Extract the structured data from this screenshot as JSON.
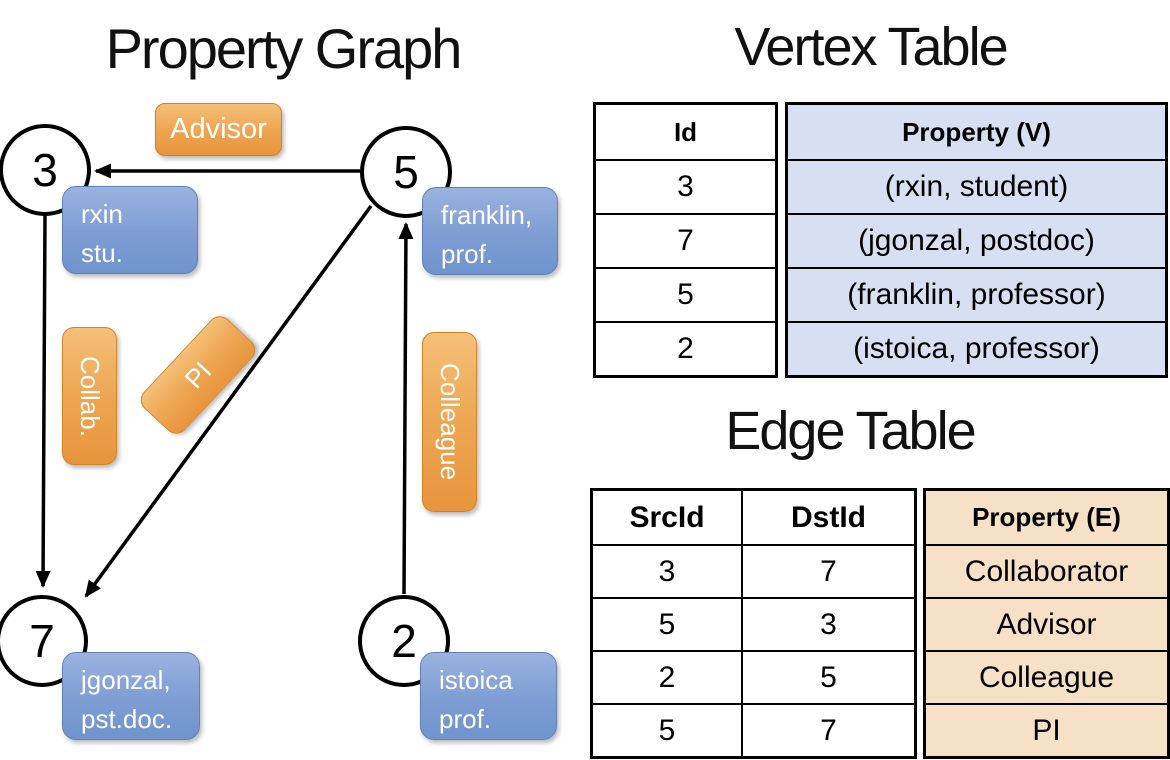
{
  "graph": {
    "title": "Property Graph",
    "vertices": [
      {
        "id": "3",
        "label_lines": [
          "rxin",
          "stu."
        ]
      },
      {
        "id": "5",
        "label_lines": [
          "franklin,",
          "prof."
        ]
      },
      {
        "id": "7",
        "label_lines": [
          "jgonzal,",
          "pst.doc."
        ]
      },
      {
        "id": "2",
        "label_lines": [
          "istoica",
          "prof."
        ]
      }
    ],
    "edge_labels": {
      "advisor": "Advisor",
      "collab": "Collab.",
      "pi": "PI",
      "colleague": "Colleague"
    }
  },
  "vertex_table": {
    "title": "Vertex Table",
    "columns": [
      "Id",
      "Property (V)"
    ],
    "rows": [
      [
        "3",
        "(rxin, student)"
      ],
      [
        "7",
        "(jgonzal, postdoc)"
      ],
      [
        "5",
        "(franklin, professor)"
      ],
      [
        "2",
        "(istoica, professor)"
      ]
    ]
  },
  "edge_table": {
    "title": "Edge Table",
    "columns": [
      "SrcId",
      "DstId",
      "Property (E)"
    ],
    "rows": [
      [
        "3",
        "7",
        "Collaborator"
      ],
      [
        "5",
        "3",
        "Advisor"
      ],
      [
        "2",
        "5",
        "Colleague"
      ],
      [
        "5",
        "7",
        "PI"
      ]
    ]
  },
  "colors": {
    "edge_label_orange": "#e8953c",
    "vertex_label_blue": "#7e9dd3",
    "vertex_table_fill": "#d7e0f2",
    "edge_table_fill": "#f6e0c6",
    "line_color": "#000000"
  }
}
